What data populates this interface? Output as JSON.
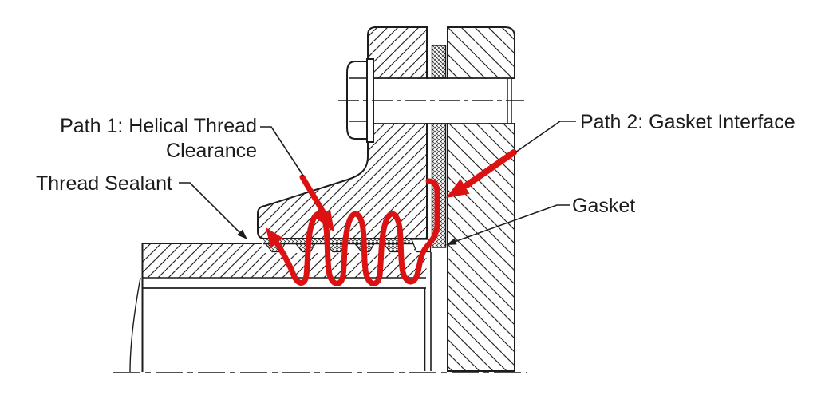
{
  "diagram": {
    "background": "#ffffff",
    "ink_color": "#1c1c1c",
    "leak_path_color": "#dc1212",
    "labels": {
      "path1_line1": "Path 1: Helical Thread",
      "path1_line2": "Clearance",
      "thread_sealant": "Thread Sealant",
      "path2": "Path 2: Gasket Interface",
      "gasket": "Gasket"
    }
  }
}
